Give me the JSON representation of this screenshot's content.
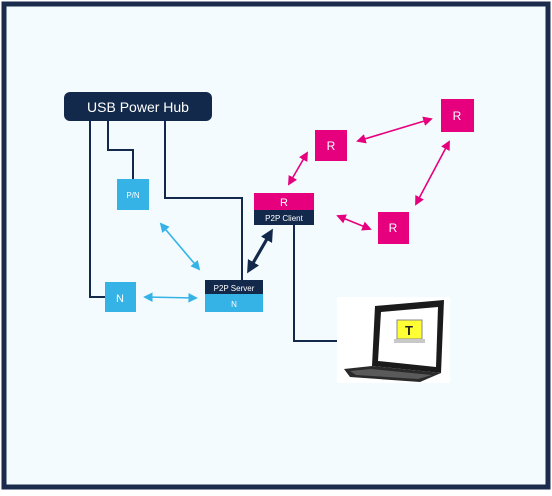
{
  "colors": {
    "background": "#f3fbfe",
    "frame": "#1a2b4c",
    "navy": "#13294b",
    "blue": "#2aa9df",
    "light_blue": "#35b3e6",
    "magenta": "#e6007e",
    "white": "#ffffff",
    "screen_yellow": "#ffff33"
  },
  "hub": {
    "label": "USB Power Hub"
  },
  "pn_node": {
    "label": "P/N"
  },
  "n_node": {
    "label": "N"
  },
  "server": {
    "title": "P2P Server",
    "sub": "N"
  },
  "client": {
    "title": "R",
    "sub": "P2P Client"
  },
  "routers": [
    {
      "id": "router-1",
      "label": "R"
    },
    {
      "id": "router-2",
      "label": "R"
    },
    {
      "id": "router-3",
      "label": "R"
    }
  ],
  "terminal": {
    "label": "T",
    "icon": "laptop-icon"
  }
}
